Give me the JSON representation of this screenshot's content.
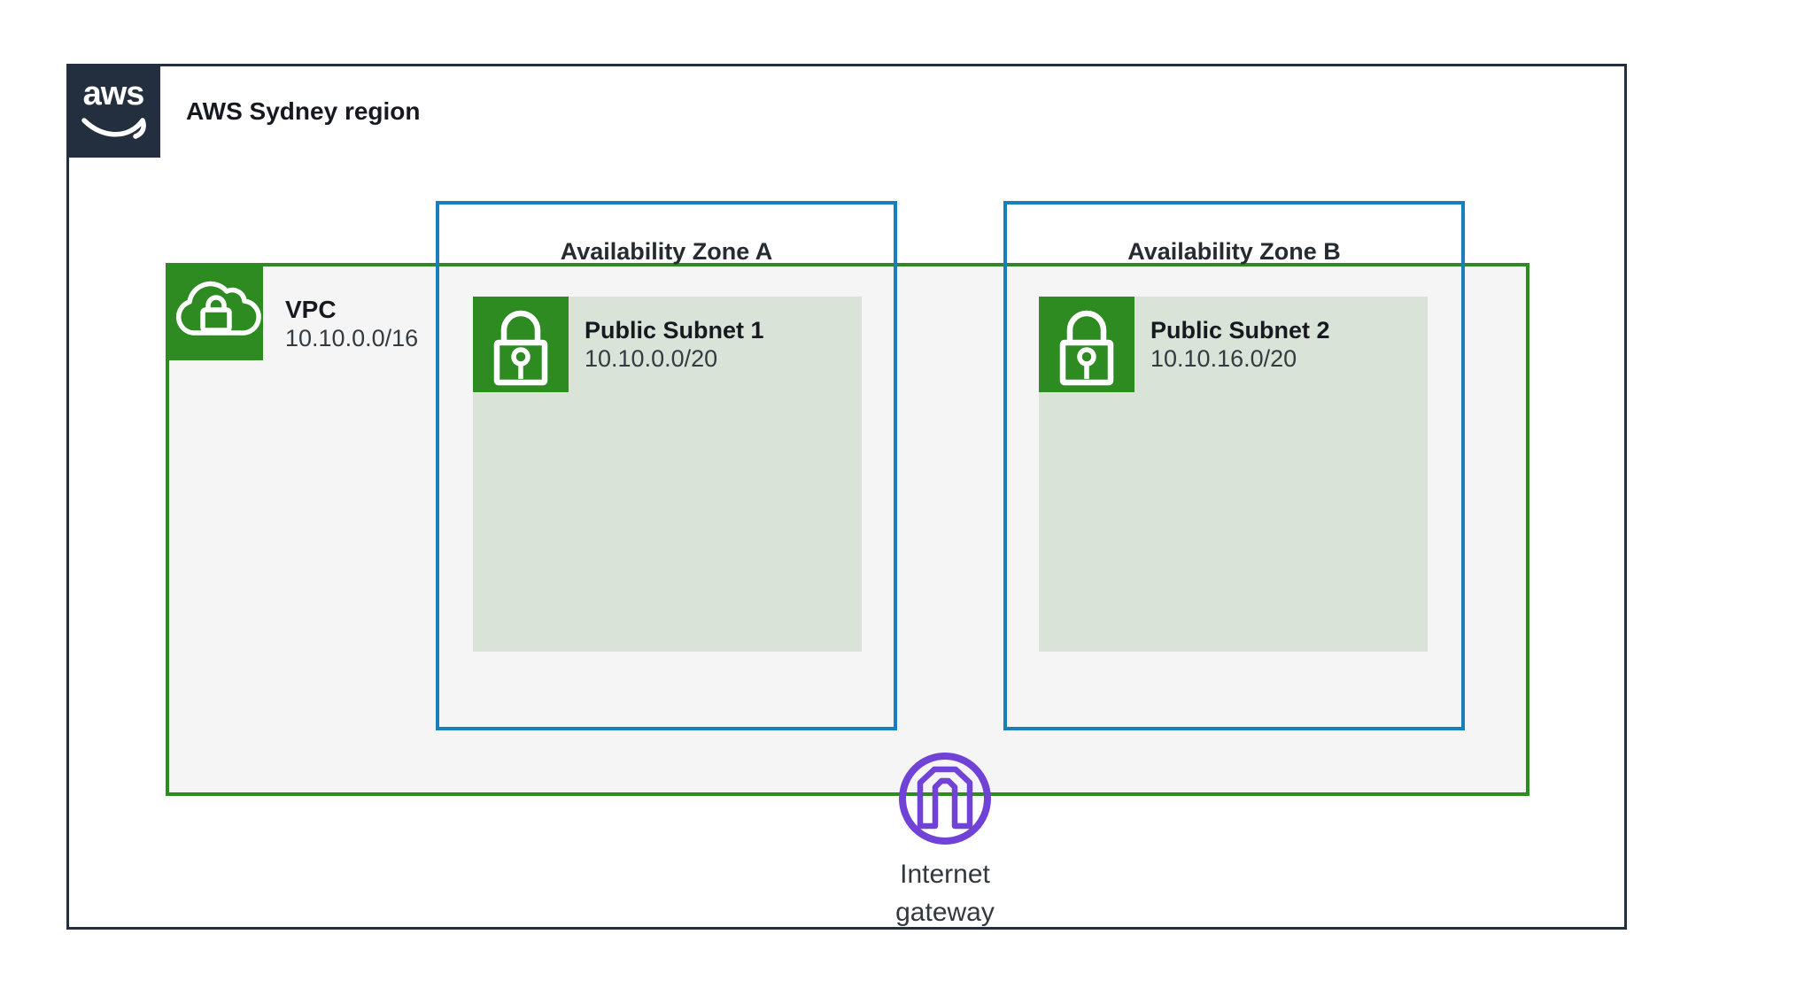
{
  "colors": {
    "region_navy": "#232f3e",
    "vpc_green": "#2e8b22",
    "az_blue": "#187ebc",
    "subnet_fill": "#d9e3d8",
    "vpc_fill": "#f5f5f5",
    "gateway_purple": "#7142d6"
  },
  "region": {
    "logo_text": "aws",
    "label": "AWS Sydney region"
  },
  "vpc": {
    "label": "VPC",
    "cidr": "10.10.0.0/16"
  },
  "azs": [
    {
      "label": "Availability Zone A",
      "subnet": {
        "label": "Public Subnet 1",
        "cidr": "10.10.0.0/20"
      }
    },
    {
      "label": "Availability Zone B",
      "subnet": {
        "label": "Public Subnet 2",
        "cidr": "10.10.16.0/20"
      }
    }
  ],
  "internet_gateway": {
    "label": "Internet\ngateway"
  },
  "icons": {
    "aws_logo": "aws-smile-logo",
    "vpc": "cloud-lock-icon",
    "subnet": "padlock-icon",
    "internet_gateway": "gateway-arch-icon"
  }
}
